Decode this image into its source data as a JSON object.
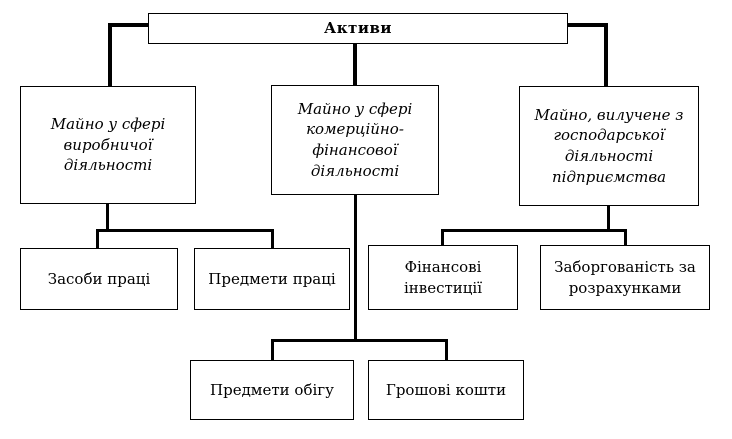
{
  "diagram": {
    "type": "hierarchy",
    "nodes": {
      "root": {
        "label": "Активи"
      },
      "production": {
        "label": "Майно у сфері виробничої діяльності"
      },
      "commercial": {
        "label": "Майно у сфері комерційно-фінансової діяльності"
      },
      "withdrawn": {
        "label": "Майно, вилучене з господарської діяльності підприємства"
      },
      "labor_means": {
        "label": "Засоби праці"
      },
      "labor_objects": {
        "label": "Предмети праці"
      },
      "financial_investments": {
        "label": "Фінансові інвестиції"
      },
      "receivables": {
        "label": "Заборгованість за розрахунками"
      },
      "circulation_objects": {
        "label": "Предмети обігу"
      },
      "cash": {
        "label": "Грошові кошти"
      }
    },
    "edges": [
      [
        "root",
        "production"
      ],
      [
        "root",
        "commercial"
      ],
      [
        "root",
        "withdrawn"
      ],
      [
        "production",
        "labor_means"
      ],
      [
        "production",
        "labor_objects"
      ],
      [
        "withdrawn",
        "financial_investments"
      ],
      [
        "withdrawn",
        "receivables"
      ],
      [
        "commercial",
        "circulation_objects"
      ],
      [
        "commercial",
        "cash"
      ]
    ],
    "colors": {
      "box_border": "#000000",
      "box_fill": "#ffffff",
      "line": "#000000",
      "background": "#ffffff"
    }
  }
}
